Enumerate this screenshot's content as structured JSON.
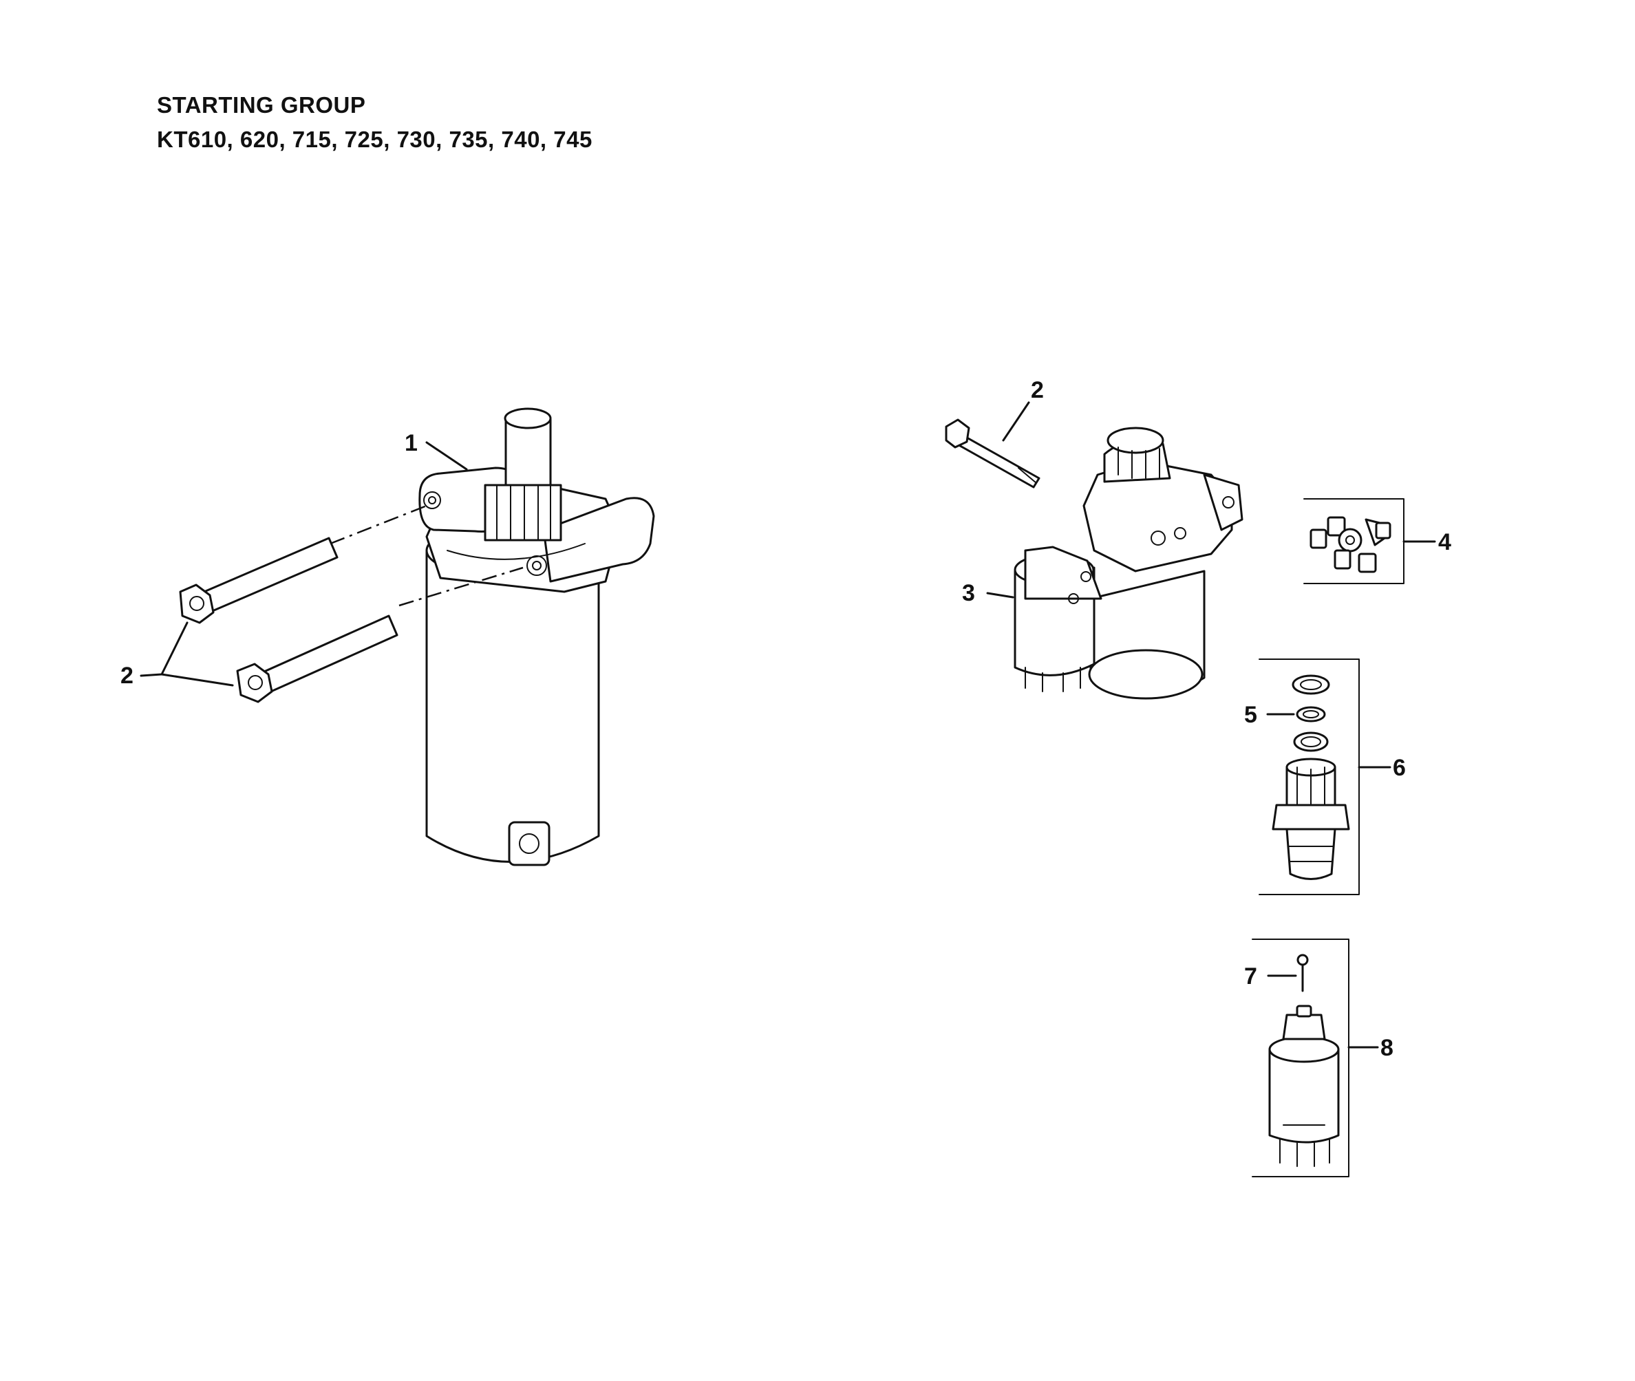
{
  "header": {
    "title": "STARTING GROUP",
    "models": "KT610, 620, 715, 725, 730, 735, 740, 745"
  },
  "callouts": {
    "c1": "1",
    "c2_left": "2",
    "c2_right": "2",
    "c3": "3",
    "c4": "4",
    "c5": "5",
    "c6": "6",
    "c7": "7",
    "c8": "8"
  }
}
